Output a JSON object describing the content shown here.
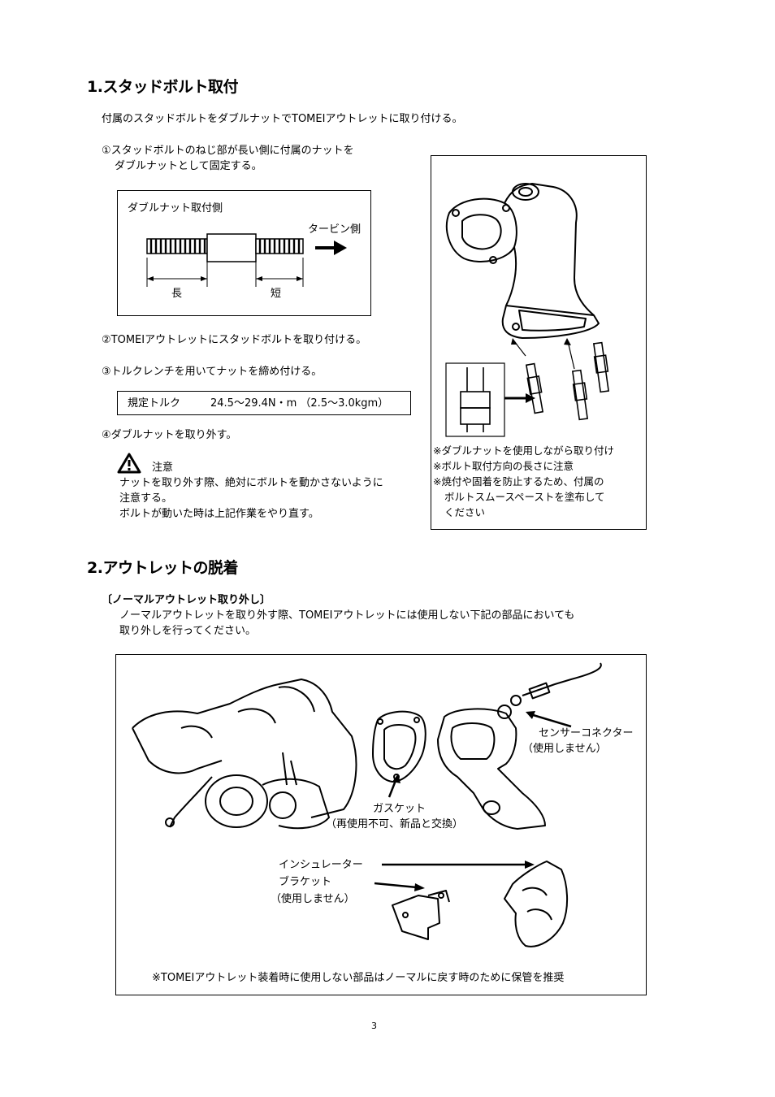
{
  "section1": {
    "heading": "1.スタッドボルト取付",
    "intro": "付属のスタッドボルトをダブルナットでTOMEIアウトレットに取り付ける。",
    "step1_line1": "①スタッドボルトのねじ部が長い側に付属のナットを",
    "step1_line2": "ダブルナットとして固定する。",
    "bolt_diagram": {
      "label_top": "ダブルナット取付側",
      "label_turbine": "タービン側",
      "label_long": "長",
      "label_short": "短"
    },
    "step2": "②TOMEIアウトレットにスタッドボルトを取り付ける。",
    "step3": "③トルクレンチを用いてナットを締め付ける。",
    "torque_label": "規定トルク",
    "torque_value": "24.5〜29.4N・m （2.5〜3.0kgm）",
    "step4": "④ダブルナットを取り外す。",
    "caution_title": "注意",
    "caution_line1": "ナットを取り外す際、絶対にボルトを動かさないように",
    "caution_line2": "注意する。",
    "caution_line3": "ボルトが動いた時は上記作業をやり直す。",
    "right_notes": [
      "※ダブルナットを使用しながら取り付け",
      "※ボルト取付方向の長さに注意",
      "※焼付や固着を防止するため、付属の",
      "ボルトスムースペーストを塗布して",
      "ください"
    ]
  },
  "section2": {
    "heading": "2.アウトレットの脱着",
    "subheading": "〔ノーマルアウトレット取り外し〕",
    "body_line1": "ノーマルアウトレットを取り外す際、TOMEIアウトレットには使用しない下記の部品においても",
    "body_line2": "取り外しを行ってください。",
    "figure": {
      "sensor_connector": "センサーコネクター",
      "sensor_note": "（使用しません）",
      "gasket": "ガスケット",
      "gasket_note": "（再使用不可、新品と交換）",
      "insulator": "インシュレーター",
      "bracket": "ブラケット",
      "bracket_note": "（使用しません）",
      "footer": "※TOMEIアウトレット装着時に使用しない部品はノーマルに戻す時のために保管を推奨"
    }
  },
  "page_number": "3"
}
